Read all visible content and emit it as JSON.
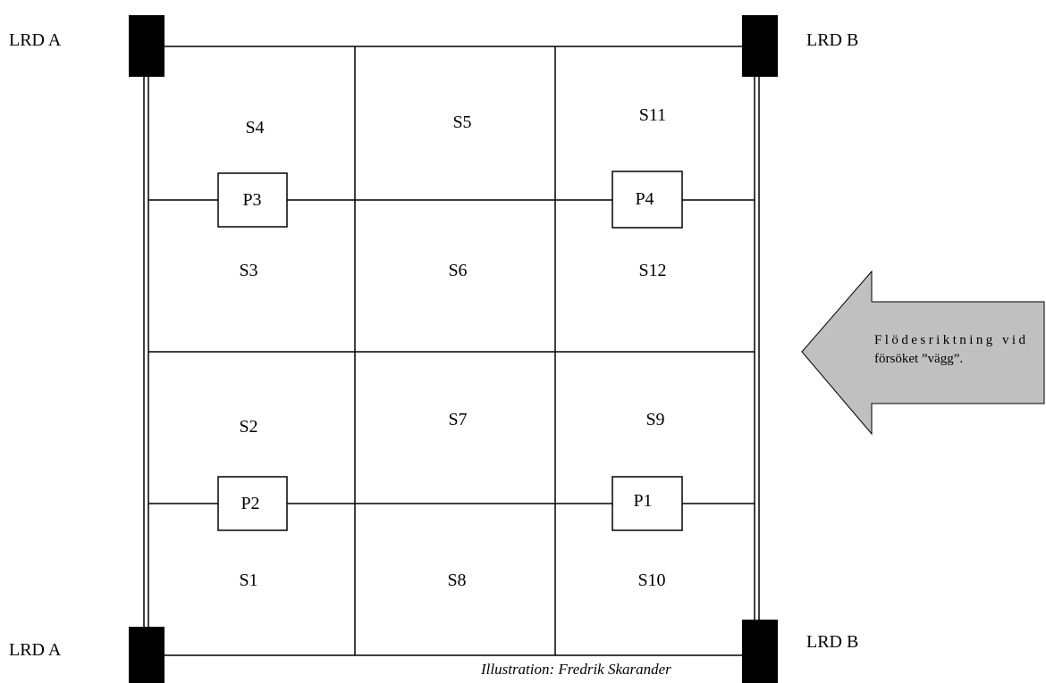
{
  "corners": {
    "top_left": "LRD A",
    "top_right": "LRD B",
    "bottom_left": "LRD A",
    "bottom_right": "LRD B"
  },
  "sections": {
    "s4": "S4",
    "s5": "S5",
    "s11": "S11",
    "s3": "S3",
    "s6": "S6",
    "s12": "S12",
    "s2": "S2",
    "s7": "S7",
    "s9": "S9",
    "s1": "S1",
    "s8": "S8",
    "s10": "S10"
  },
  "points": {
    "p3": "P3",
    "p4": "P4",
    "p2": "P2",
    "p1": "P1"
  },
  "arrow": {
    "line1": "Flödesriktning  vid",
    "line2": "försöket ”vägg”.",
    "fill": "#c0c0c0"
  },
  "credit": "Illustration: Fredrik Skarander"
}
